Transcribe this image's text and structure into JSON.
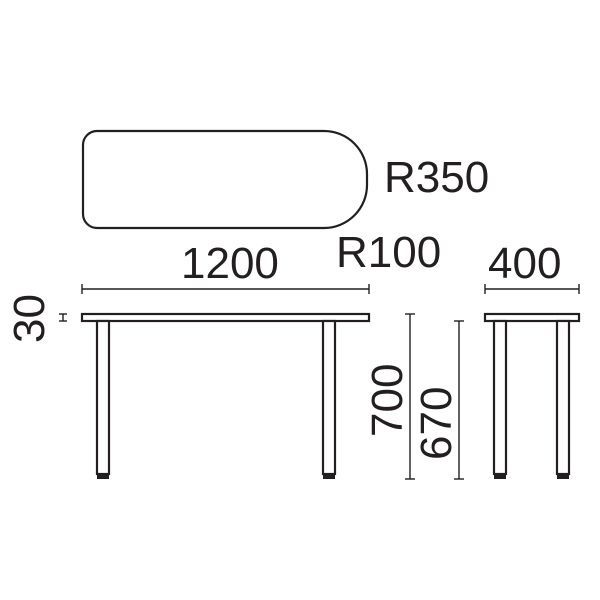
{
  "labels": {
    "radius_large": "R350",
    "radius_small": "R100",
    "width": "1200",
    "depth": "400",
    "top_thickness": "30",
    "height_total": "700",
    "height_under": "670"
  }
}
